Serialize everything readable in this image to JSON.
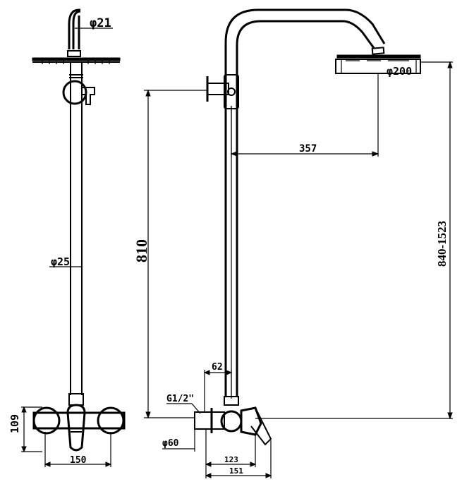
{
  "dimensions": {
    "side_head_arm_dia": "φ21",
    "side_riser_dia": "φ25",
    "side_mixer_height": "109",
    "side_mixer_width": "150",
    "front_head_dia": "φ200",
    "front_arm_reach": "357",
    "front_height_to_arm": "810",
    "front_adjust_range": "840-1523",
    "front_valve_offset": "62",
    "front_inlet_thread": "G1/2\"",
    "front_escutcheon_dia": "φ60",
    "front_depth_123": "123",
    "front_depth_151": "151"
  }
}
